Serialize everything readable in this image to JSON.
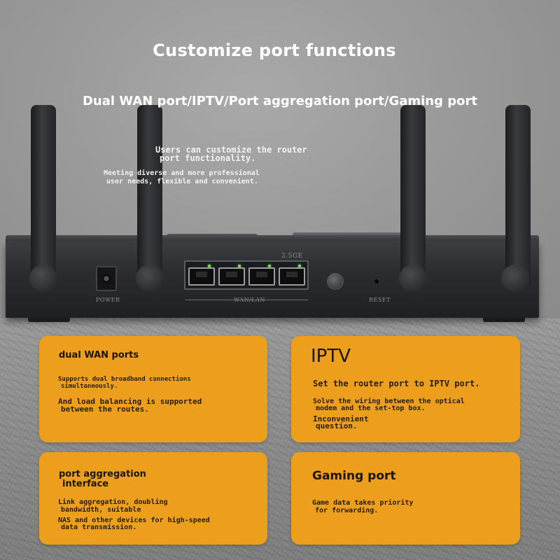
{
  "header": {
    "title": "Customize port functions",
    "subtitle": "Dual WAN port/IPTV/Port aggregation port/Gaming port",
    "note1_line1": "Users can customize the router",
    "note1_line2": "port functionality.",
    "note2_line1": "Meeting diverse and more professional",
    "note2_line2": "user needs, flexible and convenient."
  },
  "router": {
    "power_label": "POWER",
    "speed_label": "2.5GE",
    "wan_lan_label": "WAN/LAN",
    "reset_label": "RESET",
    "led_color": "#7be05a"
  },
  "cards": [
    {
      "title": "dual WAN ports",
      "line1": "Supports dual broadband connections",
      "line2": "simultaneously.",
      "line3": "And load balancing is supported",
      "line4": "between the routes."
    },
    {
      "title": "IPTV",
      "line1": "Set the router port to IPTV port.",
      "line2": "Solve the wiring between the optical",
      "line3": "modem and the set-top box.",
      "line4": "Inconvenient",
      "line5": "question."
    },
    {
      "title_line1": "port aggregation",
      "title_line2": "interface",
      "line1": "Link aggregation, doubling",
      "line2": "bandwidth, suitable",
      "line3": "NAS and other devices for high-speed",
      "line4": "data transmission."
    },
    {
      "title": "Gaming port",
      "line1": "Game data takes priority",
      "line2": "for forwarding."
    }
  ],
  "colors": {
    "card": "#ec9f1d",
    "card_text": "#1c1407",
    "heading": "#ffffff"
  }
}
